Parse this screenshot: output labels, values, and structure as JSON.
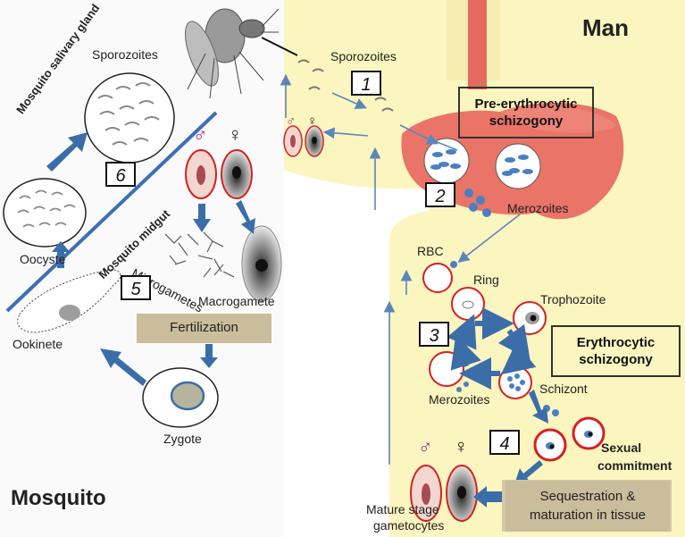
{
  "regions": {
    "man": "Man",
    "mosquito": "Mosquito"
  },
  "labels": {
    "sporozoites_man": "Sporozoites",
    "sporozoites_mosq": "Sporozoites",
    "salivary_gland": "Mosquito salivary gland",
    "midgut": "Mosquito midgut",
    "oocyst": "Oocyste",
    "ookinete": "Ookinete",
    "zygote": "Zygote",
    "microgametes": "Microgametes",
    "macrogamete": "Macrogamete",
    "fertilization": "Fertilization",
    "merozoites_liver": "Merozoites",
    "rbc": "RBC",
    "ring": "Ring",
    "trophozoite": "Trophozoite",
    "schizont": "Schizont",
    "merozoites_blood": "Merozoites",
    "mature_gametocytes_1": "Mature stage",
    "mature_gametocytes_2": "gametocytes",
    "sexual_commitment_1": "Sexual",
    "sexual_commitment_2": "commitment",
    "sequestration_1": "Sequestration &",
    "sequestration_2": "maturation in tissue"
  },
  "boxes": {
    "pre_erythrocytic_1": "Pre-erythrocytic",
    "pre_erythrocytic_2": "schizogony",
    "erythrocytic_1": "Erythrocytic",
    "erythrocytic_2": "schizogony"
  },
  "steps": [
    "1",
    "2",
    "3",
    "4",
    "5",
    "6"
  ],
  "symbols": {
    "male": "♂",
    "female": "♀"
  },
  "colors": {
    "body": "#fbf5c0",
    "liver": "#ea7468",
    "rbc_outline": "#d62020",
    "arrow": "#3b6ea8",
    "parasite": "#4a7fc1"
  }
}
